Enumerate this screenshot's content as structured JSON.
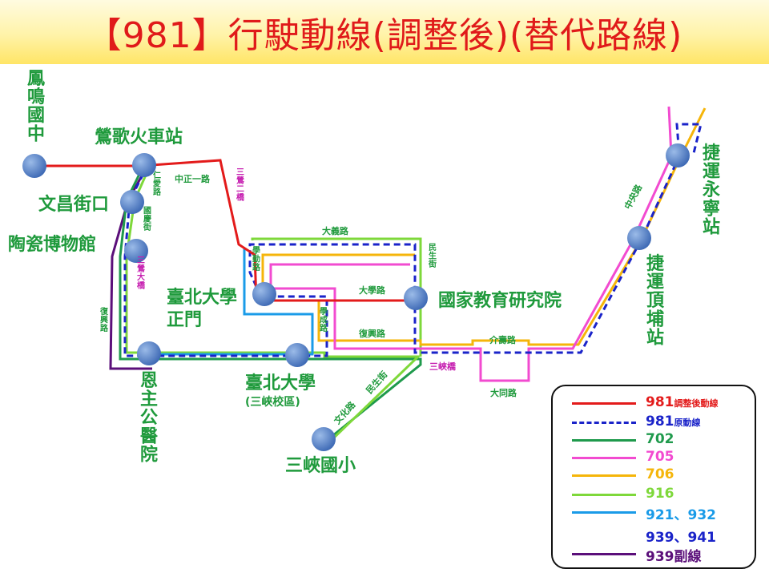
{
  "title": "【981】行駛動線(調整後)(替代路線)",
  "stations": {
    "fengming": "鳳鳴國中",
    "yingge": "鶯歌火車站",
    "wenchang": "文昌街口",
    "ceramics": "陶瓷博物館",
    "ntpu_gate_1": "臺北大學",
    "ntpu_gate_2": "正門",
    "enzhu": "恩主公醫院",
    "ntpu": "臺北大學",
    "ntpu_sub": "(三峽校區)",
    "sanxia_elem": "三峽國小",
    "naer": "國家教育研究院",
    "yongning": "捷運永寧站",
    "dingpu": "捷運頂埔站"
  },
  "roads": {
    "zhongzheng1": "中正一路",
    "sanying2": "三鶯二橋",
    "renai": "仁愛路",
    "guoqing": "國慶街",
    "sanying": "三鶯大橋",
    "fuxing_left": "復興路",
    "dayi": "大義路",
    "minsheng_top": "民生街",
    "xueqin": "學勤路",
    "daxue": "大學路",
    "xuecheng": "學成路",
    "fuxing_mid": "復興路",
    "jieshou": "介壽路",
    "sanxia_bridge": "三峽橋",
    "datong": "大同路",
    "wenhua": "文化路",
    "minsheng_low": "民生街",
    "zhongyang": "中央路"
  },
  "colors": {
    "r981_new": "#e31b1b",
    "r981_old": "#1a23c9",
    "r702": "#1f9a4c",
    "r705": "#f24bd0",
    "r706": "#f5b50a",
    "r916": "#7ed83a",
    "r921": "#1a9be8",
    "r939sub": "#5b0f7a",
    "station": "#1f9a3c",
    "road_pink": "#c61fb0",
    "road_green": "#1f9a3c"
  },
  "legend": [
    {
      "route": "981",
      "sub": "調整後動線",
      "color": "#e31b1b",
      "style": "solid"
    },
    {
      "route": "981",
      "sub": "原動線",
      "color": "#1a23c9",
      "style": "dashed"
    },
    {
      "route": "702",
      "sub": "",
      "color": "#1f9a4c",
      "style": "solid"
    },
    {
      "route": "705",
      "sub": "",
      "color": "#f24bd0",
      "style": "solid"
    },
    {
      "route": "706",
      "sub": "",
      "color": "#f5b50a",
      "style": "solid"
    },
    {
      "route": "916",
      "sub": "",
      "color": "#7ed83a",
      "style": "solid"
    },
    {
      "route": "921、932",
      "sub": "",
      "color": "#1a9be8",
      "style": "solid"
    },
    {
      "route": "939、941",
      "sub": "",
      "color": "",
      "style": "none"
    },
    {
      "route": "939副線",
      "sub": "",
      "color": "#5b0f7a",
      "style": "solid"
    }
  ]
}
